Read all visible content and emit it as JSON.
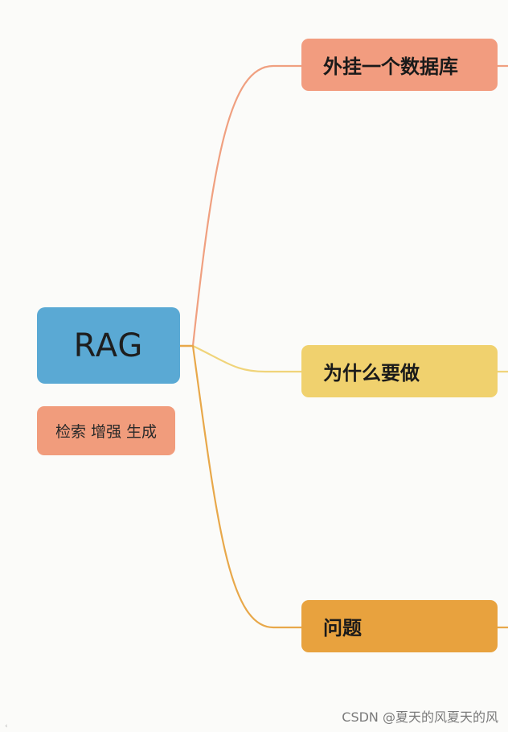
{
  "root": {
    "label": "RAG",
    "color": "#5aa9d4"
  },
  "root_note": {
    "label": "检索 增强 生成",
    "color": "#f19c7c"
  },
  "branches": [
    {
      "label": "外挂一个数据库",
      "color": "#f29c7f",
      "line_color": "#f0a080"
    },
    {
      "label": "为什么要做",
      "color": "#f0d16e",
      "line_color": "#f0d47a"
    },
    {
      "label": "问题",
      "color": "#e8a23e",
      "line_color": "#e8a84a"
    }
  ],
  "watermark": "CSDN @夏天的风夏天的风",
  "icons": {
    "scroll": "chevron-left-icon"
  }
}
